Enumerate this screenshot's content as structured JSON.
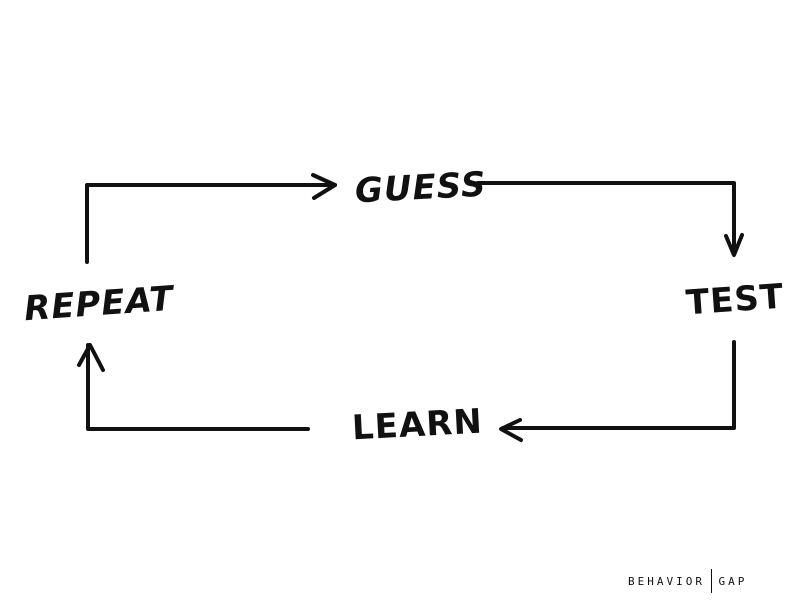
{
  "diagram": {
    "type": "cycle",
    "nodes": {
      "guess": "GUESS",
      "test": "TEST",
      "learn": "LEARN",
      "repeat": "REPEAT"
    },
    "edges": [
      {
        "from": "REPEAT",
        "to": "GUESS"
      },
      {
        "from": "GUESS",
        "to": "TEST"
      },
      {
        "from": "TEST",
        "to": "LEARN"
      },
      {
        "from": "LEARN",
        "to": "REPEAT"
      }
    ],
    "stroke_color": "#111111"
  },
  "signature": {
    "left": "BEHAVIOR",
    "right": "GAP"
  }
}
